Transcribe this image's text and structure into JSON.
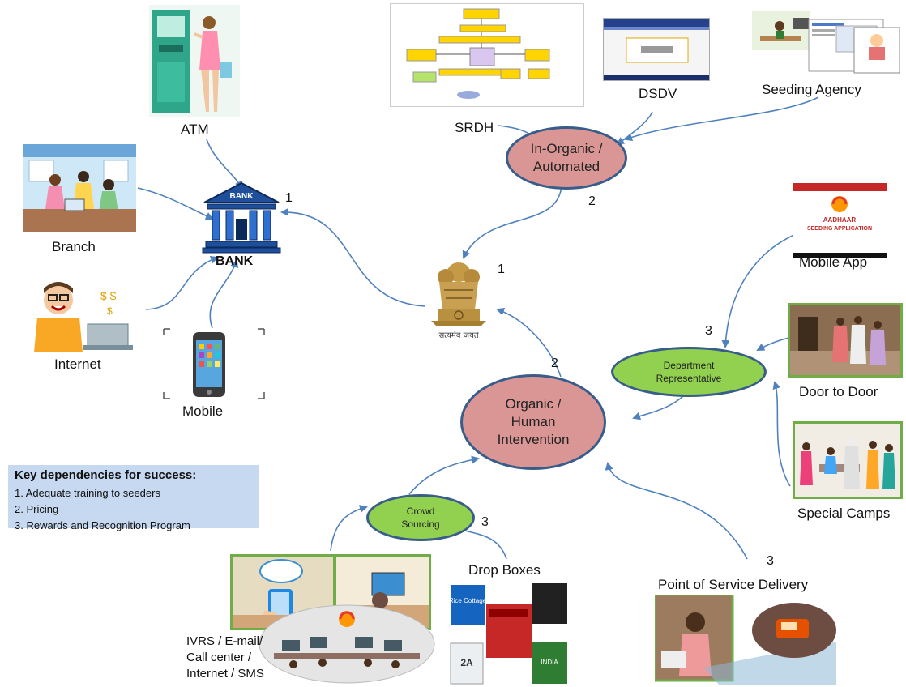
{
  "labels": {
    "atm": "ATM",
    "branch": "Branch",
    "internet": "Internet",
    "mobile": "Mobile",
    "bank": "BANK",
    "bank_sign": "BANK",
    "srdh": "SRDH",
    "dsdv": "DSDV",
    "seeding_agency": "Seeding Agency",
    "mobile_app": "Mobile App",
    "door_to_door": "Door to Door",
    "special_camps": "Special Camps",
    "point_of_service": "Point of Service Delivery",
    "drop_boxes": "Drop Boxes",
    "ivrs": [
      "IVRS / E-mail/",
      "Call center /",
      "Internet / SMS"
    ],
    "emblem_motto": "सत्यमेव जयते",
    "app_brand": [
      "AADHAAR",
      "SEEDING APPLICATION"
    ],
    "dropbox_text": [
      "Rice Cottage",
      "2A",
      "INDIA"
    ]
  },
  "nodes": {
    "inorganic": [
      "In-Organic /",
      "Automated"
    ],
    "organic": [
      "Organic /",
      "Human",
      "Intervention"
    ],
    "department": [
      "Department",
      "Representative"
    ],
    "crowd": [
      "Crowd",
      "Sourcing"
    ]
  },
  "numbers": {
    "bank": "1",
    "emblem": "1",
    "inorganic": "2",
    "organic": "2",
    "department": "3",
    "crowd": "3",
    "pos": "3"
  },
  "key": {
    "title": "Key dependencies for success:",
    "items": [
      "1.  Adequate training to seeders",
      "2.  Pricing",
      "3.  Rewards and Recognition Program"
    ]
  },
  "colors": {
    "arrow": "#4f81bd",
    "ellipse_pink": "#d99694",
    "ellipse_green": "#92d050",
    "ellipse_border": "#385d8a",
    "key_bg": "#c6d9f1",
    "photo_frame": "#70ad47"
  }
}
